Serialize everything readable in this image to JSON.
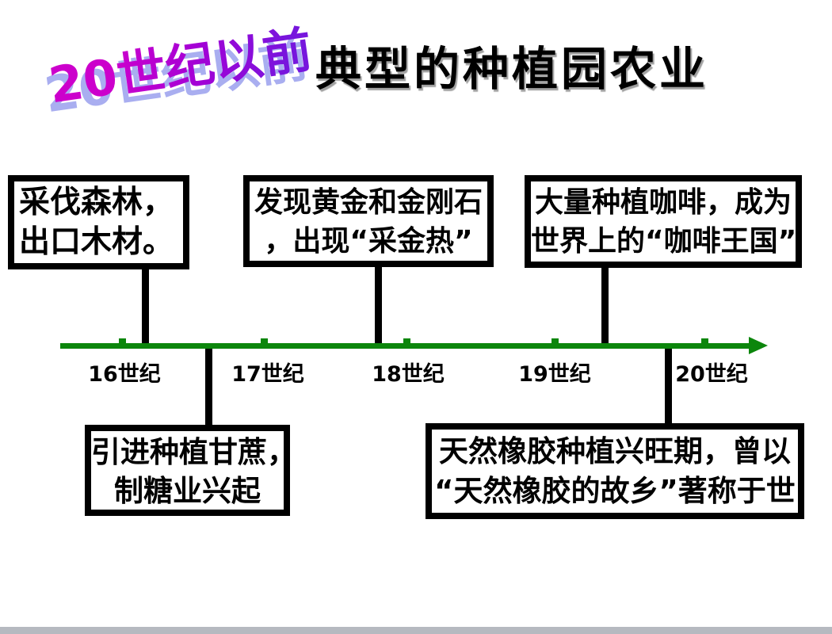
{
  "slide": {
    "badge_text": "20世纪以前",
    "title": "典型的种植园农业"
  },
  "timeline": {
    "century_labels": [
      "16世纪",
      "17世纪",
      "18世纪",
      "19世纪",
      "20世纪"
    ],
    "events_above": [
      {
        "line1": "采伐森林，",
        "line2": "出口木材。"
      },
      {
        "line1": "发现黄金和金刚石",
        "line2": "，出现“采金热”"
      },
      {
        "line1": "大量种植咖啡，成为",
        "line2": "世界上的“咖啡王国”"
      }
    ],
    "events_below": [
      {
        "line1": "引进种植甘蔗，",
        "line2": "制糖业兴起"
      },
      {
        "line1": "天然橡胶种植兴旺期，曾以",
        "line2": "“天然橡胶的故乡”著称于世"
      }
    ]
  },
  "colors": {
    "axis_green": "#0c860c",
    "badge_magenta": "#cc00cc",
    "badge_purple": "#7716dd",
    "badge_shadow": "#a9aef0",
    "bottom_bar_gray": "#b6b9c0"
  }
}
